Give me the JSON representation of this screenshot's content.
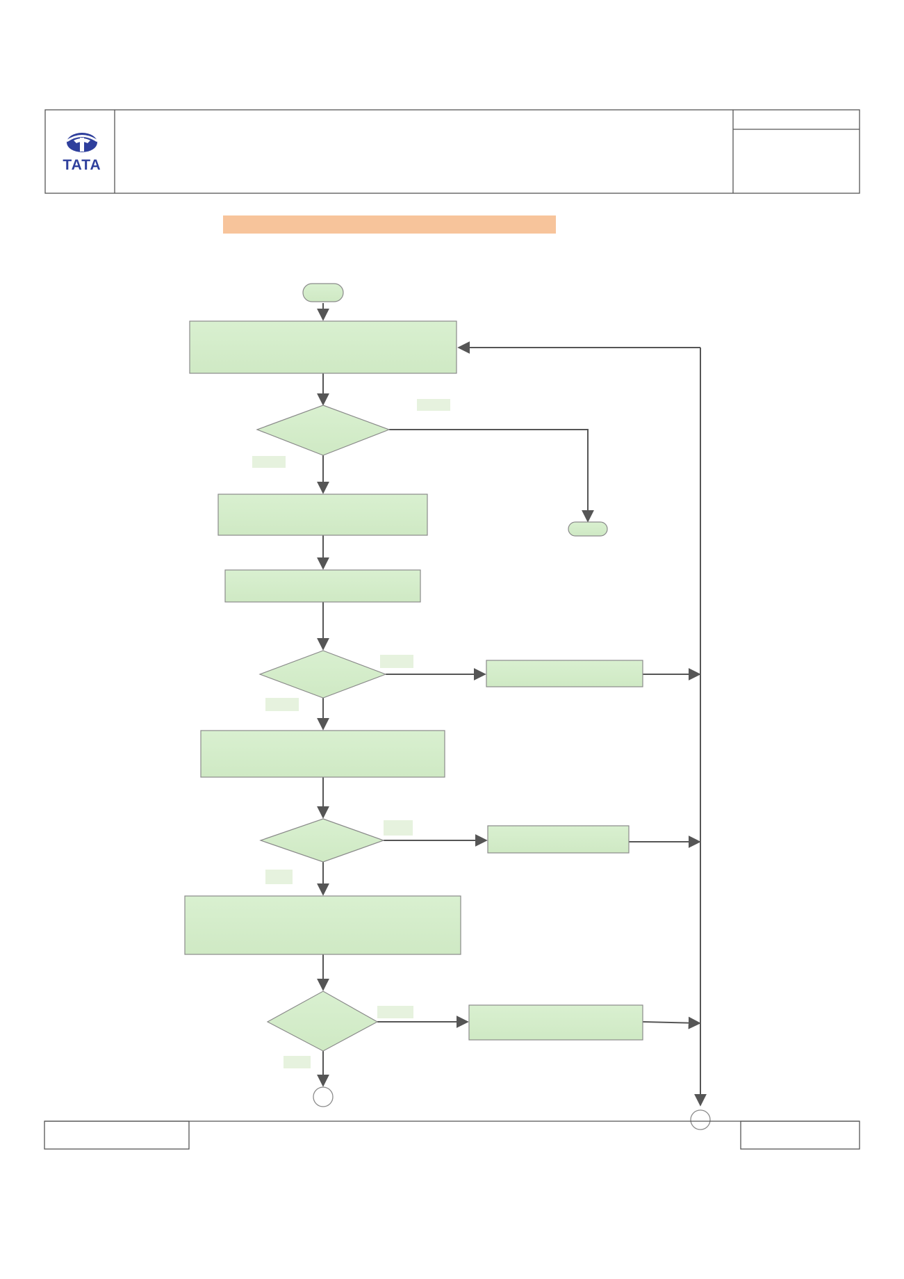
{
  "header": {
    "logo": {
      "text": "TATA",
      "icon": "tata-logo-icon",
      "color": "#2e3f9c"
    }
  },
  "title_band": {
    "color": "#f7c49b"
  },
  "flowchart": {
    "colors": {
      "fill": "#d3ecc9",
      "stroke": "#8a8a8a",
      "connector": "#555555",
      "label_pad": "#e6f2de"
    },
    "shapes": [
      {
        "kind": "start-terminator",
        "text": ""
      },
      {
        "kind": "process",
        "text": ""
      },
      {
        "kind": "decision",
        "text": ""
      },
      {
        "kind": "process",
        "text": ""
      },
      {
        "kind": "end-terminator",
        "text": ""
      },
      {
        "kind": "process",
        "text": ""
      },
      {
        "kind": "decision",
        "text": ""
      },
      {
        "kind": "process",
        "text": ""
      },
      {
        "kind": "process",
        "text": ""
      },
      {
        "kind": "decision",
        "text": ""
      },
      {
        "kind": "process",
        "text": ""
      },
      {
        "kind": "process",
        "text": ""
      },
      {
        "kind": "decision",
        "text": ""
      },
      {
        "kind": "process",
        "text": ""
      },
      {
        "kind": "off-page-connector",
        "text": ""
      },
      {
        "kind": "off-page-connector",
        "text": ""
      }
    ]
  }
}
